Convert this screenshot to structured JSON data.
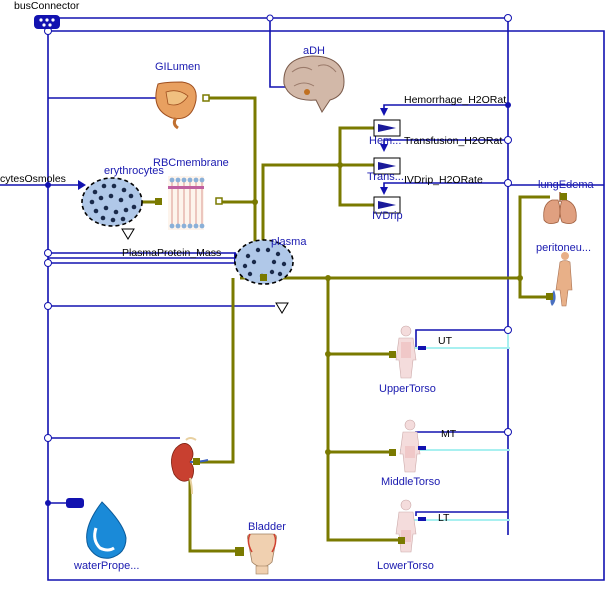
{
  "labels": {
    "bus_connector": "busConnector",
    "gi_lumen": "GILumen",
    "adh": "aDH",
    "hemorrhage_rate": "Hemorrhage_H2ORat",
    "transfusion_rate": "Transfusion_H2ORat",
    "ivdrip_rate": "IVDrip_H2ORate",
    "hem_block": "Hem...",
    "trans_block": "Trans...",
    "ivdrip_block": "IVDrip",
    "cytes_osmoles": "cytesOsmoles",
    "erythrocytes": "erythrocytes",
    "rbc_membrane": "RBCmembrane",
    "plasma_protein_mass": "PlasmaProtein_Mass",
    "plasma": "plasma",
    "lung_edema": "lungEdema",
    "peritoneum": "peritoneu...",
    "ut_signal": "UT",
    "mt_signal": "MT",
    "lt_signal": "LT",
    "upper_torso": "UpperTorso",
    "middle_torso": "MiddleTorso",
    "lower_torso": "LowerTorso",
    "bladder": "Bladder",
    "water_properties": "waterPrope..."
  },
  "colors": {
    "signal_blue": "#1212b0",
    "flow_olive": "#7a7a00",
    "cyan_link": "#a8f0f0",
    "label_blue": "#1a1ab0"
  },
  "icons": {
    "bus": "bus-connector-icon",
    "brain": "brain-icon",
    "intestine": "intestine-icon",
    "cell": "cell-compartment-icon",
    "membrane": "membrane-icon",
    "lungs": "lungs-icon",
    "body": "human-body-icon",
    "kidney": "kidney-icon",
    "bladder": "bladder-icon",
    "drop": "water-drop-icon",
    "pump": "flow-pump-icon"
  }
}
